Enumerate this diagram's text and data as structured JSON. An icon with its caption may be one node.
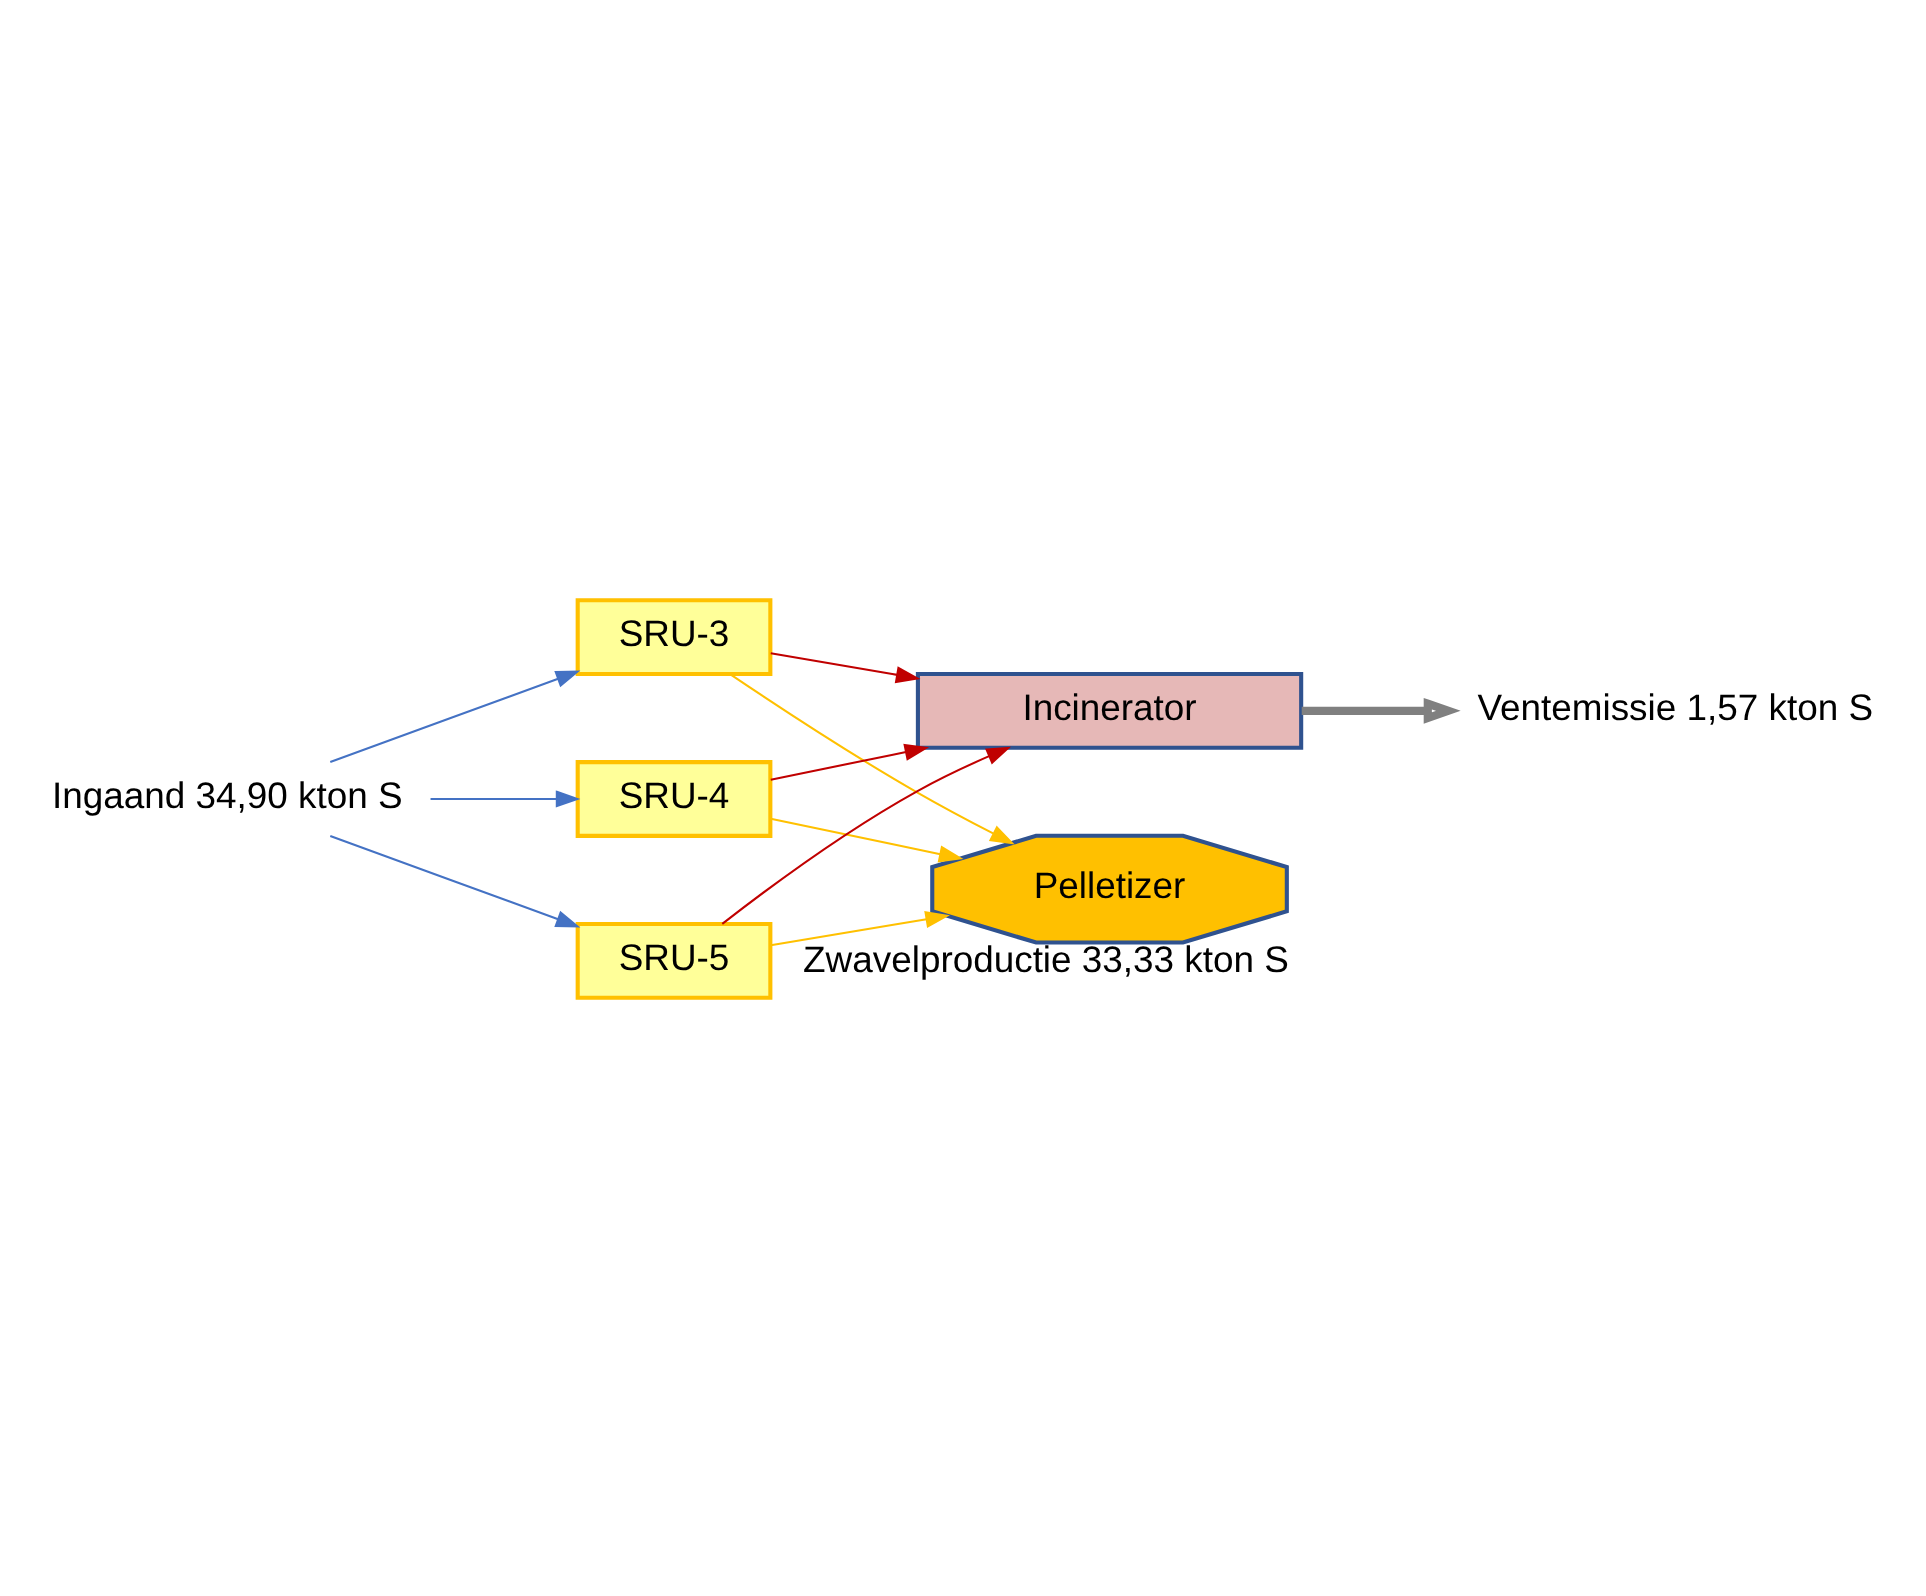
{
  "diagram": {
    "nodes": [
      {
        "text": [
          "Ventemissie 1,57 kton S"
        ]
      },
      {
        "text": [
          "Incinerator"
        ]
      },
      {
        "text": [
          "Ingaand 34,90 kton S"
        ]
      },
      {
        "text": [
          "SRU-3"
        ]
      },
      {
        "text": [
          "SRU-4"
        ]
      },
      {
        "text": [
          "SRU-5"
        ]
      },
      {
        "text": [
          "Pelletizer"
        ],
        "beside": [
          "Zwavelproductie 33,33 kton S"
        ]
      }
    ],
    "edges": [
      {
        "from": 1,
        "to": 0,
        "arrow": "to",
        "style": "thick",
        "color": "#808080"
      },
      {
        "from": 2,
        "to": 3,
        "arrow": "to",
        "color": "#4472c4"
      },
      {
        "from": 2,
        "to": 4,
        "arrow": "to",
        "color": "#4472c4"
      },
      {
        "from": 2,
        "to": 5,
        "arrow": "to",
        "color": "#4472c4"
      },
      {
        "from": 3,
        "to": 1,
        "arrow": "to",
        "color": "#c00000"
      },
      {
        "from": 4,
        "to": 1,
        "arrow": "to",
        "color": "#c00000"
      },
      {
        "from": 5,
        "to": 1,
        "arrow": "to",
        "color": "#c00000"
      },
      {
        "from": 3,
        "to": 6,
        "arrow": "to",
        "color": "#ffc000"
      },
      {
        "from": 4,
        "to": 6,
        "arrow": "to",
        "color": "#ffc000"
      },
      {
        "from": 5,
        "to": 6,
        "arrow": "to",
        "color": "#ffc000"
      }
    ]
  }
}
